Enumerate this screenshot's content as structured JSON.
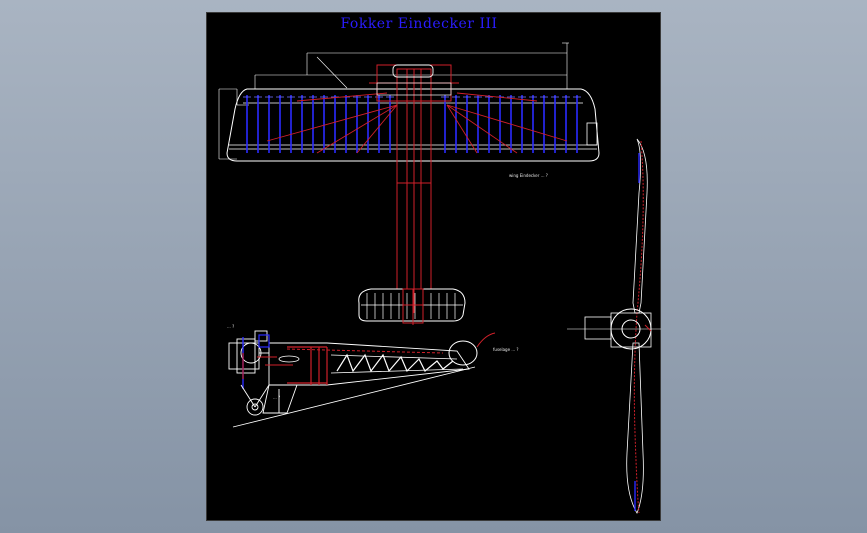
{
  "drawing": {
    "title": "Fokker Eindecker III",
    "notes": {
      "wing": "wing Eindecker ... ?",
      "fuselage": "fuselage ... ?",
      "engine": "... ?",
      "wheel": "... ?"
    }
  },
  "colors": {
    "background_outer": "#8fa0b3",
    "sheet": "#000000",
    "outline": "#ffffff",
    "structure": "#d0202a",
    "ribs": "#2a2aff",
    "title": "#2a1cff"
  }
}
